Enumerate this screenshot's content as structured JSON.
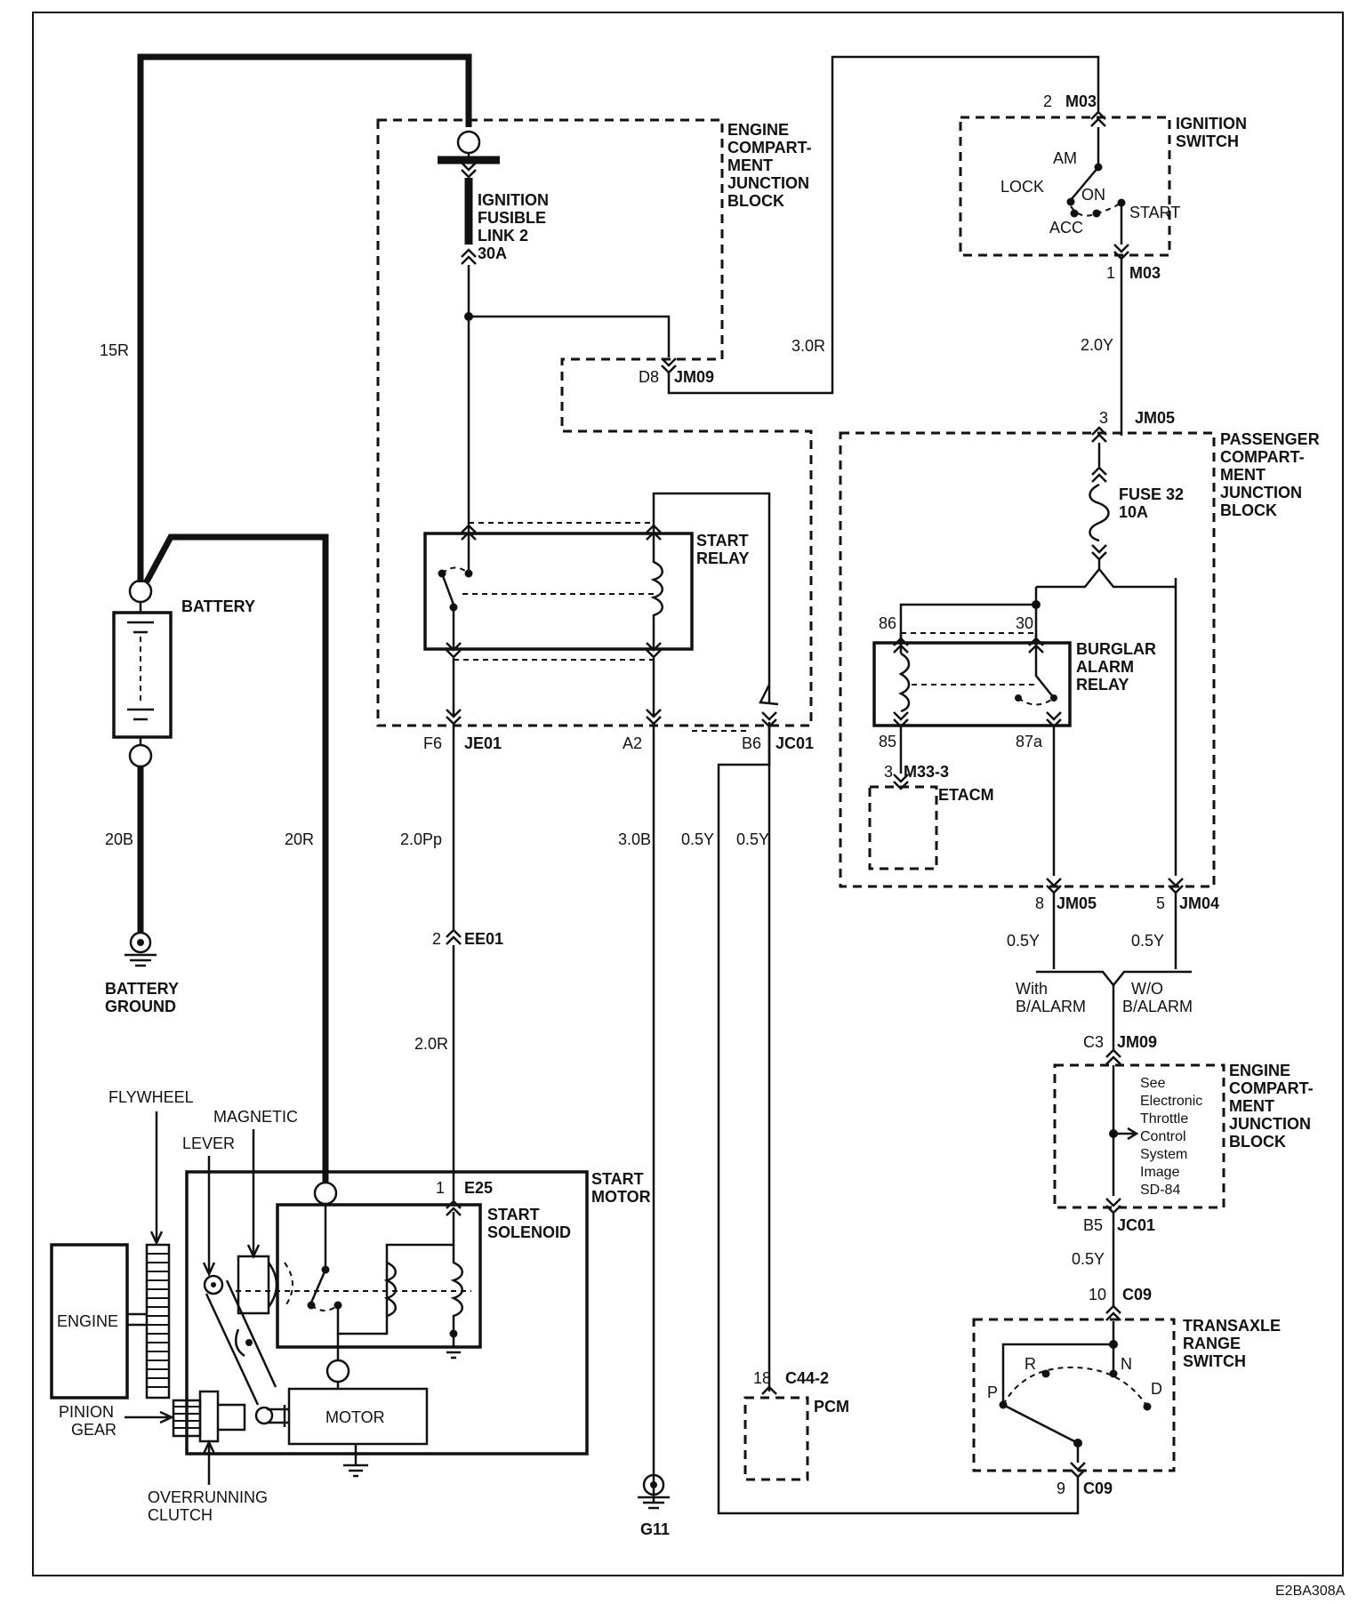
{
  "labels": {
    "engine_cjb": [
      "ENGINE",
      "COMPART-",
      "MENT",
      "JUNCTION",
      "BLOCK"
    ],
    "ignition_switch": [
      "IGNITION",
      "SWITCH"
    ],
    "fusible_link": [
      "IGNITION",
      "FUSIBLE",
      "LINK 2",
      "30A"
    ],
    "battery": "BATTERY",
    "battery_ground": [
      "BATTERY",
      "GROUND"
    ],
    "start_relay": [
      "START",
      "RELAY"
    ],
    "passenger_cjb": [
      "PASSENGER",
      "COMPART-",
      "MENT",
      "JUNCTION",
      "BLOCK"
    ],
    "fuse32": [
      "FUSE 32",
      "10A"
    ],
    "burglar_relay": [
      "BURGLAR",
      "ALARM",
      "RELAY"
    ],
    "etacm": "ETACM",
    "with_balarm": [
      "With",
      "B/ALARM"
    ],
    "wo_balarm": [
      "W/O",
      "B/ALARM"
    ],
    "engine_cjb2": [
      "ENGINE",
      "COMPART-",
      "MENT",
      "JUNCTION",
      "BLOCK"
    ],
    "see_etc": [
      "See",
      "Electronic",
      "Throttle",
      "Control",
      "System",
      "Image",
      "SD-84"
    ],
    "transaxle": [
      "TRANSAXLE",
      "RANGE",
      "SWITCH"
    ],
    "start_motor": [
      "START",
      "MOTOR"
    ],
    "start_solenoid": [
      "START",
      "SOLENOID"
    ],
    "motor": "MOTOR",
    "engine": "ENGINE",
    "flywheel": "FLYWHEEL",
    "magnetic": "MAGNETIC",
    "lever": "LEVER",
    "pinion_gear": [
      "PINION",
      "GEAR"
    ],
    "overrunning_clutch": [
      "OVERRUNNING",
      "CLUTCH"
    ],
    "pcm": "PCM",
    "g11": "G11",
    "figure_id": "E2BA308A"
  },
  "switch_positions": {
    "am": "AM",
    "lock": "LOCK",
    "on": "ON",
    "acc": "ACC",
    "start": "START",
    "p": "P",
    "r": "R",
    "n": "N",
    "d": "D"
  },
  "connectors": {
    "m03_top": {
      "pin": "2",
      "id": "M03"
    },
    "m03_bot": {
      "pin": "1",
      "id": "M03"
    },
    "jm09_d8": {
      "pin": "D8",
      "id": "JM09"
    },
    "jm05_3": {
      "pin": "3",
      "id": "JM05"
    },
    "je01": {
      "pin": "F6",
      "id": "JE01"
    },
    "a2": {
      "pin": "A2"
    },
    "jc01_b6": {
      "pin": "B6",
      "id": "JC01"
    },
    "ee01": {
      "pin": "2",
      "id": "EE01"
    },
    "e25": {
      "pin": "1",
      "id": "E25"
    },
    "m33": {
      "pin": "3",
      "id": "M33-3"
    },
    "jm05_8": {
      "pin": "8",
      "id": "JM05"
    },
    "jm04_5": {
      "pin": "5",
      "id": "JM04"
    },
    "jm09_c3": {
      "pin": "C3",
      "id": "JM09"
    },
    "jc01_b5": {
      "pin": "B5",
      "id": "JC01"
    },
    "c09_10": {
      "pin": "10",
      "id": "C09"
    },
    "c09_9": {
      "pin": "9",
      "id": "C09"
    },
    "c44": {
      "pin": "18",
      "id": "C44-2"
    },
    "relay86": "86",
    "relay30": "30",
    "relay85": "85",
    "relay87a": "87a"
  },
  "wires": {
    "w15r": "15R",
    "w20b": "20B",
    "w20r": "20R",
    "w30r": "3.0R",
    "w20y": "2.0Y",
    "w20pp": "2.0Pp",
    "w20r2": "2.0R",
    "w30b": "3.0B",
    "w05y_a": "0.5Y",
    "w05y_b": "0.5Y",
    "w05y_c": "0.5Y",
    "w05y_d": "0.5Y",
    "w05y_e": "0.5Y"
  }
}
